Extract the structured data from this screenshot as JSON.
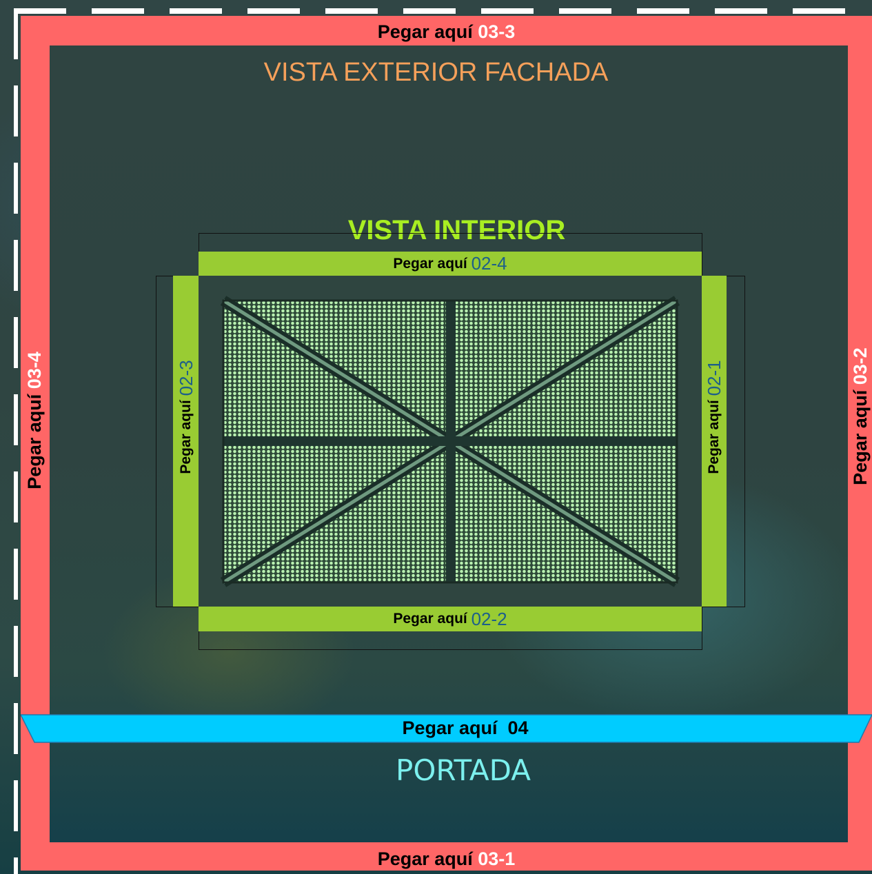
{
  "colors": {
    "outer_frame": "#ff6666",
    "inner_tabs": "#99cc33",
    "bottom_tab": "#00ccff",
    "mesh": "#b8f0b0"
  },
  "titles": {
    "exterior": "VISTA EXTERIOR FACHADA",
    "interior": "VISTA INTERIOR",
    "portada": "PORTADA"
  },
  "tabs": {
    "paste_label": "Pegar aquí",
    "t03_1": "03-1",
    "t03_2": "03-2",
    "t03_3": "03-3",
    "t03_4": "03-4",
    "t02_1": "02-1",
    "t02_2": "02-2",
    "t02_3": "02-3",
    "t02_4": "02-4",
    "t04": "04"
  }
}
